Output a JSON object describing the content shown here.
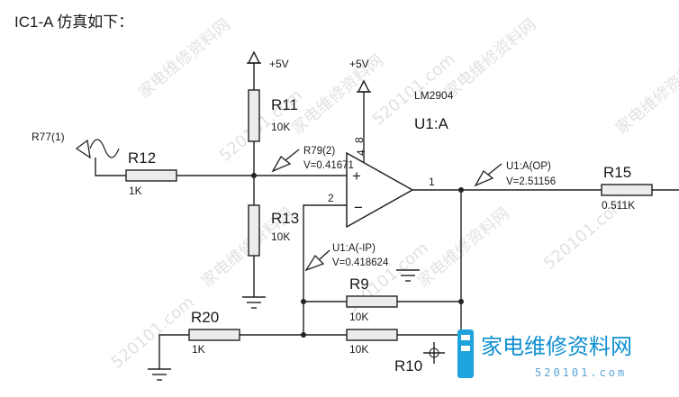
{
  "heading": "IC1-A 仿真如下：",
  "chip": {
    "part": "LM2904",
    "ref": "U1:A",
    "pin_top": "8",
    "pin_top2": "4",
    "pin_inv": "2",
    "pin_out": "1",
    "plus_sign": "+",
    "minus_sign": "−"
  },
  "supplies": {
    "vcc_left": "+5V",
    "vcc_chip": "+5V"
  },
  "resistors": {
    "r11": {
      "name": "R11",
      "value": "10K"
    },
    "r12": {
      "name": "R12",
      "value": "1K"
    },
    "r13": {
      "name": "R13",
      "value": "10K"
    },
    "r15": {
      "name": "R15",
      "value": "0.511K"
    },
    "r9": {
      "name": "R9",
      "value": "10K"
    },
    "r20": {
      "name": "R20",
      "value": "1K"
    },
    "r10": {
      "name": "R10",
      "value": "10K"
    }
  },
  "source": {
    "label": "R77(1)"
  },
  "probes": {
    "p1": {
      "name": "R79(2)",
      "voltage": "V=0.41671"
    },
    "p2": {
      "name": "U1:A(-IP)",
      "voltage": "V=0.418624"
    },
    "p3": {
      "name": "U1:A(OP)",
      "voltage": "V=2.51156"
    }
  },
  "watermark": {
    "text": "家电维修资料网",
    "domain": "520101.com"
  },
  "brand": {
    "text": "家电维修资料网",
    "domain": "520101.com"
  },
  "colors": {
    "brand": "#0e8fd0",
    "wire": "#222222",
    "watermark": "#c9c9c9"
  }
}
